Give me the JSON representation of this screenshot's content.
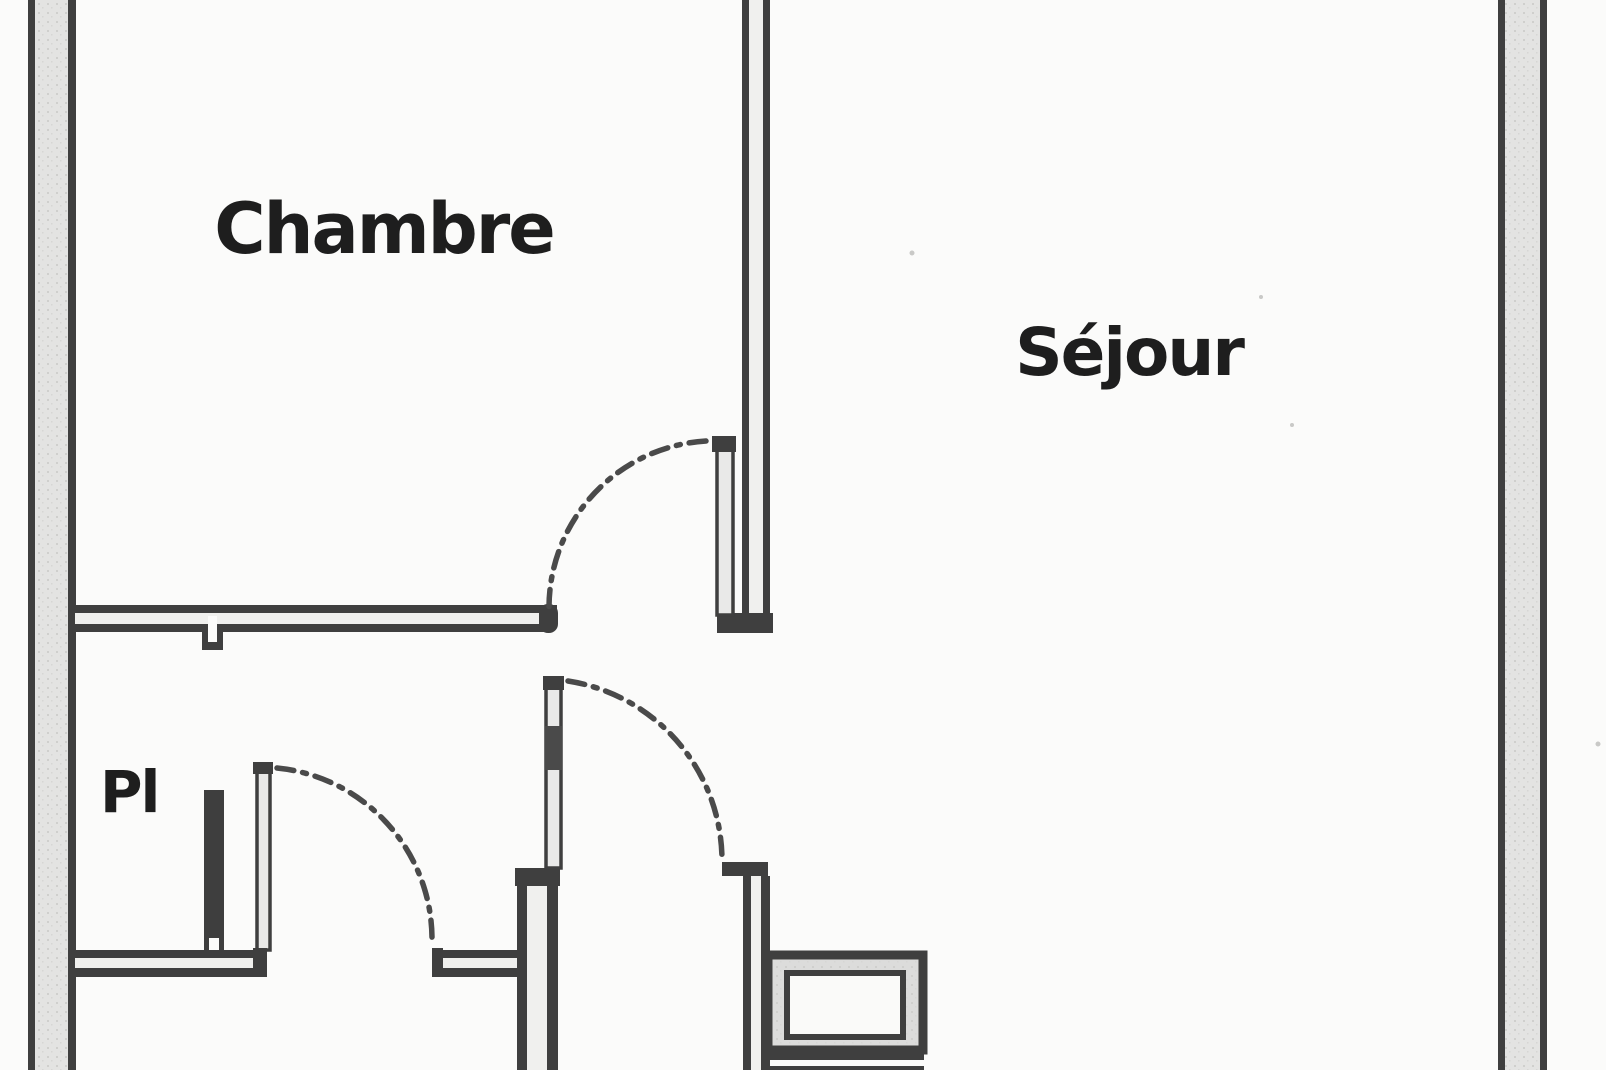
{
  "plan": {
    "type": "apartment-floor-plan-scan",
    "rooms": [
      {
        "id": "chambre",
        "label": "Chambre"
      },
      {
        "id": "sejour",
        "label": "Séjour"
      },
      {
        "id": "placard",
        "label": "Pl"
      }
    ],
    "colors": {
      "background": "#fbfbfa",
      "wall_line": "#3f3f3f",
      "wall_fill": "#e3e3e2",
      "partition_fill": "#f0f0ee",
      "door_arc": "#4a4a4a",
      "solid_door": "#3e3e3e",
      "label_text": "#1e1e1e"
    }
  }
}
